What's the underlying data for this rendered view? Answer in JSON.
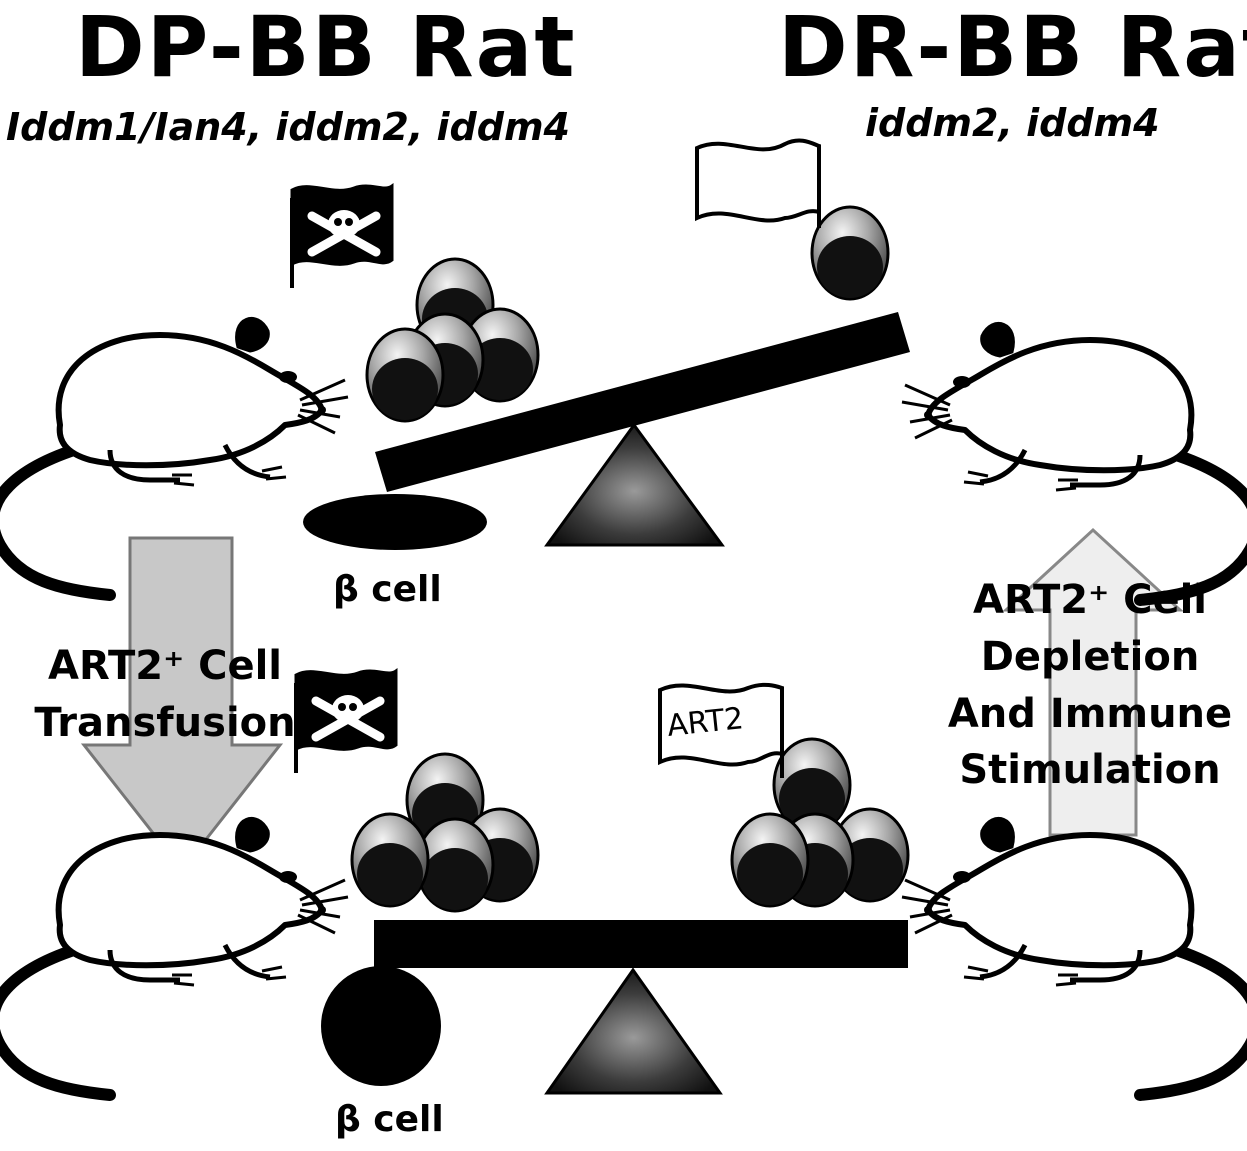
{
  "left_strain": {
    "title": "DP-BB Rat",
    "genes": "Iddm1/Ian4, iddm2, iddm4"
  },
  "right_strain": {
    "title": "DR-BB Rat",
    "genes": "iddm2, iddm4"
  },
  "top_scale": {
    "beta_cell_label": "β cell"
  },
  "bottom_scale": {
    "beta_cell_label": "β cell",
    "regulatory_flag_label": "ART2"
  },
  "arrows": {
    "left": {
      "direction": "down",
      "lines": [
        "ART2⁺ Cell",
        "Transfusion"
      ]
    },
    "right": {
      "direction": "up",
      "lines": [
        "ART2⁺ Cell",
        "Depletion",
        "And Immune",
        "Stimulation"
      ]
    }
  },
  "icons": {
    "pathogenic_flag": "skull-and-crossbones-flag-icon",
    "neutral_flag": "white-flag-icon",
    "animal": "rat-icon",
    "cell": "t-cell-sphere-icon",
    "fulcrum": "triangle-fulcrum-icon"
  },
  "colors": {
    "ink": "#000000",
    "arrow_left_fill": "#c8c8c8",
    "arrow_right_fill": "#eeeeee",
    "cell_light": "#d9d9d9",
    "cell_dark": "#111111"
  }
}
